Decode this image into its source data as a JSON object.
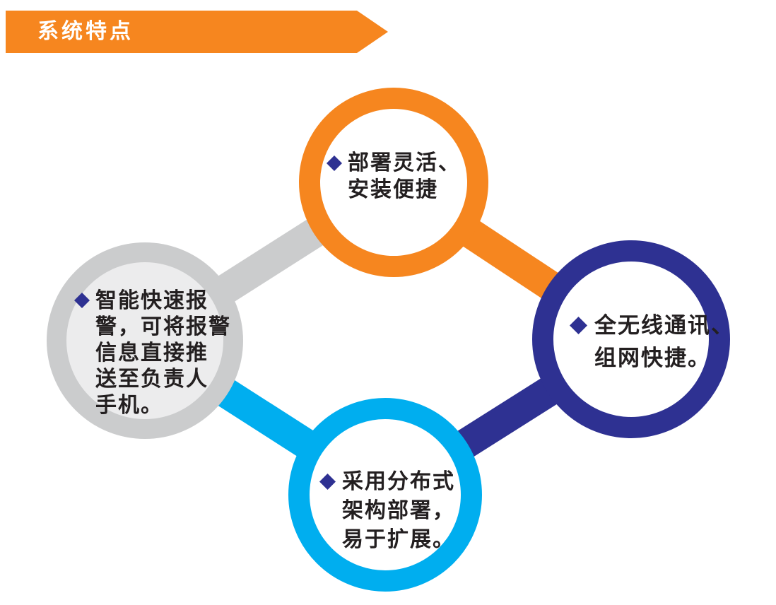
{
  "header": {
    "title": "系统特点",
    "banner_color": "#F6861F",
    "text_color": "#FFFFFF"
  },
  "diagram": {
    "text_color": "#231F20",
    "bullet_color": "#2E3192",
    "nodes": [
      {
        "id": "deploy",
        "ring_color": "#F6861F",
        "fill_color": "#FFFFFF",
        "lines": [
          "部署灵活、",
          "安装便捷"
        ]
      },
      {
        "id": "wireless",
        "ring_color": "#2E3192",
        "fill_color": "#FFFFFF",
        "lines": [
          "全无线通讯、",
          "组网快捷。"
        ]
      },
      {
        "id": "distributed",
        "ring_color": "#00AEEF",
        "fill_color": "#FFFFFF",
        "lines": [
          "采用分布式",
          "架构部署，",
          "易于扩展。"
        ]
      },
      {
        "id": "alarm",
        "ring_color": "#CBCCCD",
        "fill_color": "#ECECED",
        "lines": [
          "智能快速报",
          "警，可将报警",
          "信息直接推",
          "送至负责人",
          "手机。"
        ]
      }
    ],
    "connectors": [
      {
        "id": "alarm-to-deploy",
        "color": "#CBCCCD"
      },
      {
        "id": "deploy-to-wireless",
        "color": "#F6861F"
      },
      {
        "id": "wireless-to-distributed",
        "color": "#2E3192"
      },
      {
        "id": "distributed-to-alarm",
        "color": "#00AEEF"
      }
    ]
  }
}
